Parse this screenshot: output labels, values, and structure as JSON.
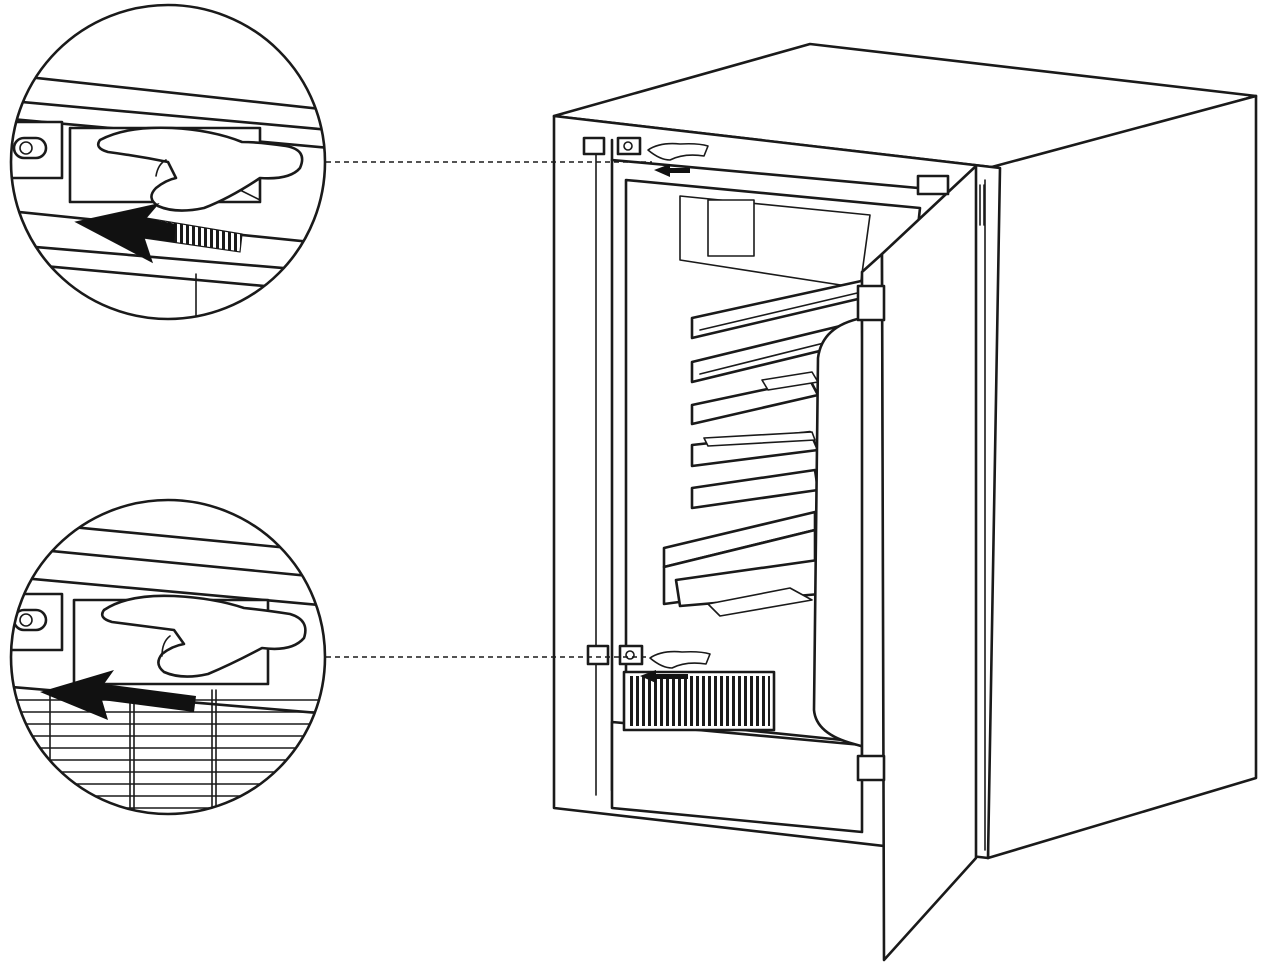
{
  "diagram": {
    "type": "installation-illustration",
    "subject": "built-in-under-counter-refrigerator-door-hinge-adjustment",
    "colors": {
      "line": "#1a1a1a",
      "background": "#ffffff"
    },
    "detail_views": [
      {
        "id": "upper-hinge",
        "arrow_direction": "left",
        "arrow_style": "hatched"
      },
      {
        "id": "lower-hinge",
        "arrow_direction": "left",
        "arrow_style": "solid"
      }
    ],
    "shelf_count": 5,
    "drawer_count": 1
  }
}
